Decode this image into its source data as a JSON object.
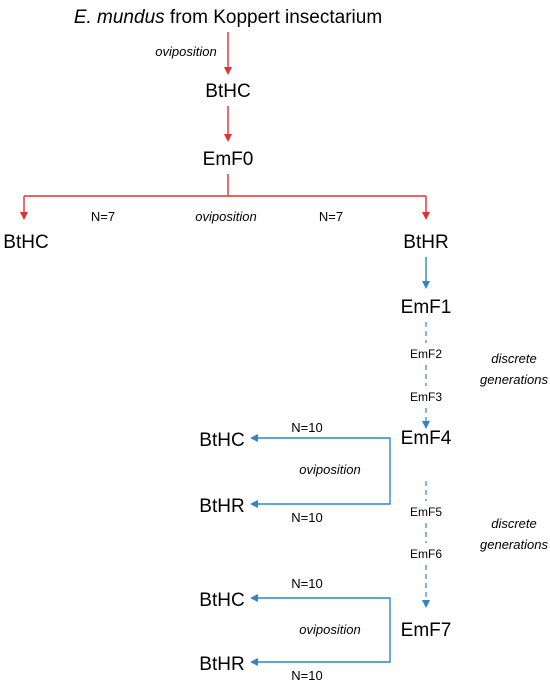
{
  "title_species": "E. mundus",
  "title_rest": " from Koppert insectarium",
  "oviposition": "oviposition",
  "discrete_generations_line1": "discrete",
  "discrete_generations_line2": "generations",
  "nodes": {
    "bthc_top": "BtHC",
    "emf0": "EmF0",
    "bthc_left": "BtHC",
    "bthr_right": "BtHR",
    "emf1": "EmF1",
    "emf2": "EmF2",
    "emf3": "EmF3",
    "emf4": "EmF4",
    "emf5": "EmF5",
    "emf6": "EmF6",
    "emf7": "EmF7",
    "bthc_mid": "BtHC",
    "bthr_mid": "BtHR",
    "bthc_low": "BtHC",
    "bthr_low": "BtHR"
  },
  "counts": {
    "n7_left": "N=7",
    "n7_right": "N=7",
    "n10_a": "N=10",
    "n10_b": "N=10",
    "n10_c": "N=10",
    "n10_d": "N=10"
  },
  "colors": {
    "red": "#e03030",
    "blue": "#2e86c9"
  }
}
